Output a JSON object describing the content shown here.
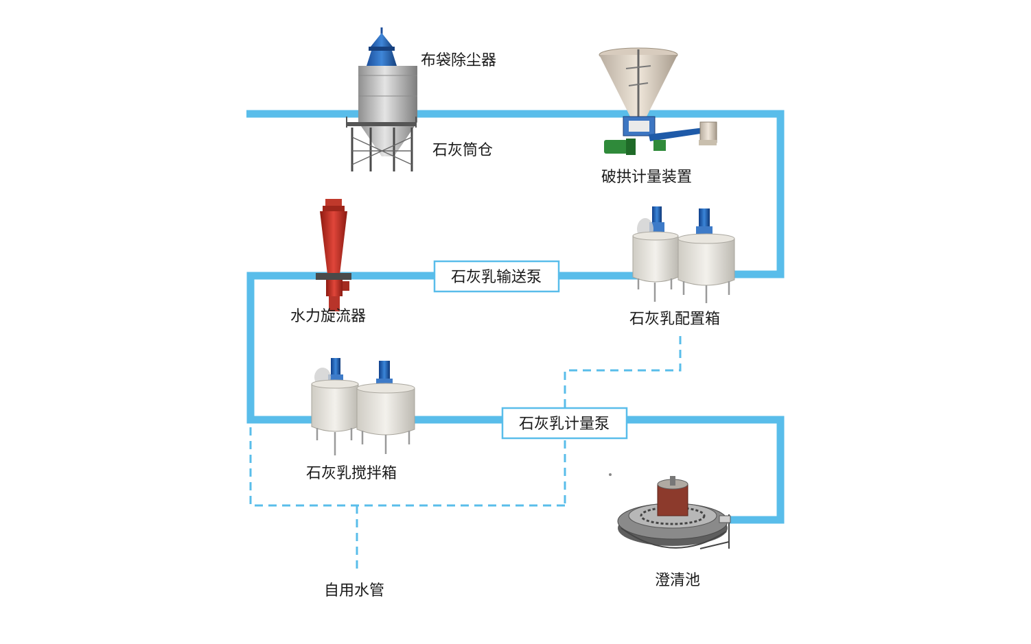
{
  "labels": {
    "dust_collector": "布袋除尘器",
    "lime_silo": "石灰筒仓",
    "arch_breaking_metering": "破拱计量装置",
    "hydrocyclone": "水力旋流器",
    "lime_milk_transfer_pump": "石灰乳输送泵",
    "lime_milk_prep_tank": "石灰乳配置箱",
    "lime_milk_mixing_tank": "石灰乳搅拌箱",
    "lime_milk_metering_pump": "石灰乳计量泵",
    "self_use_water_pipe": "自用水管",
    "clarifier": "澄清池"
  },
  "colors": {
    "pipe": "#59bdea",
    "dashed_pipe": "#59bdea",
    "box_border": "#59bdea",
    "text": "#1a1a1a"
  },
  "icons": {
    "silo": "silo-with-dust-collector-icon",
    "hopper": "hopper-screw-feeder-icon",
    "cyclone": "hydrocyclone-icon",
    "tank_pair": "agitator-tank-pair-icon",
    "clarifier": "clarifier-tank-icon"
  }
}
